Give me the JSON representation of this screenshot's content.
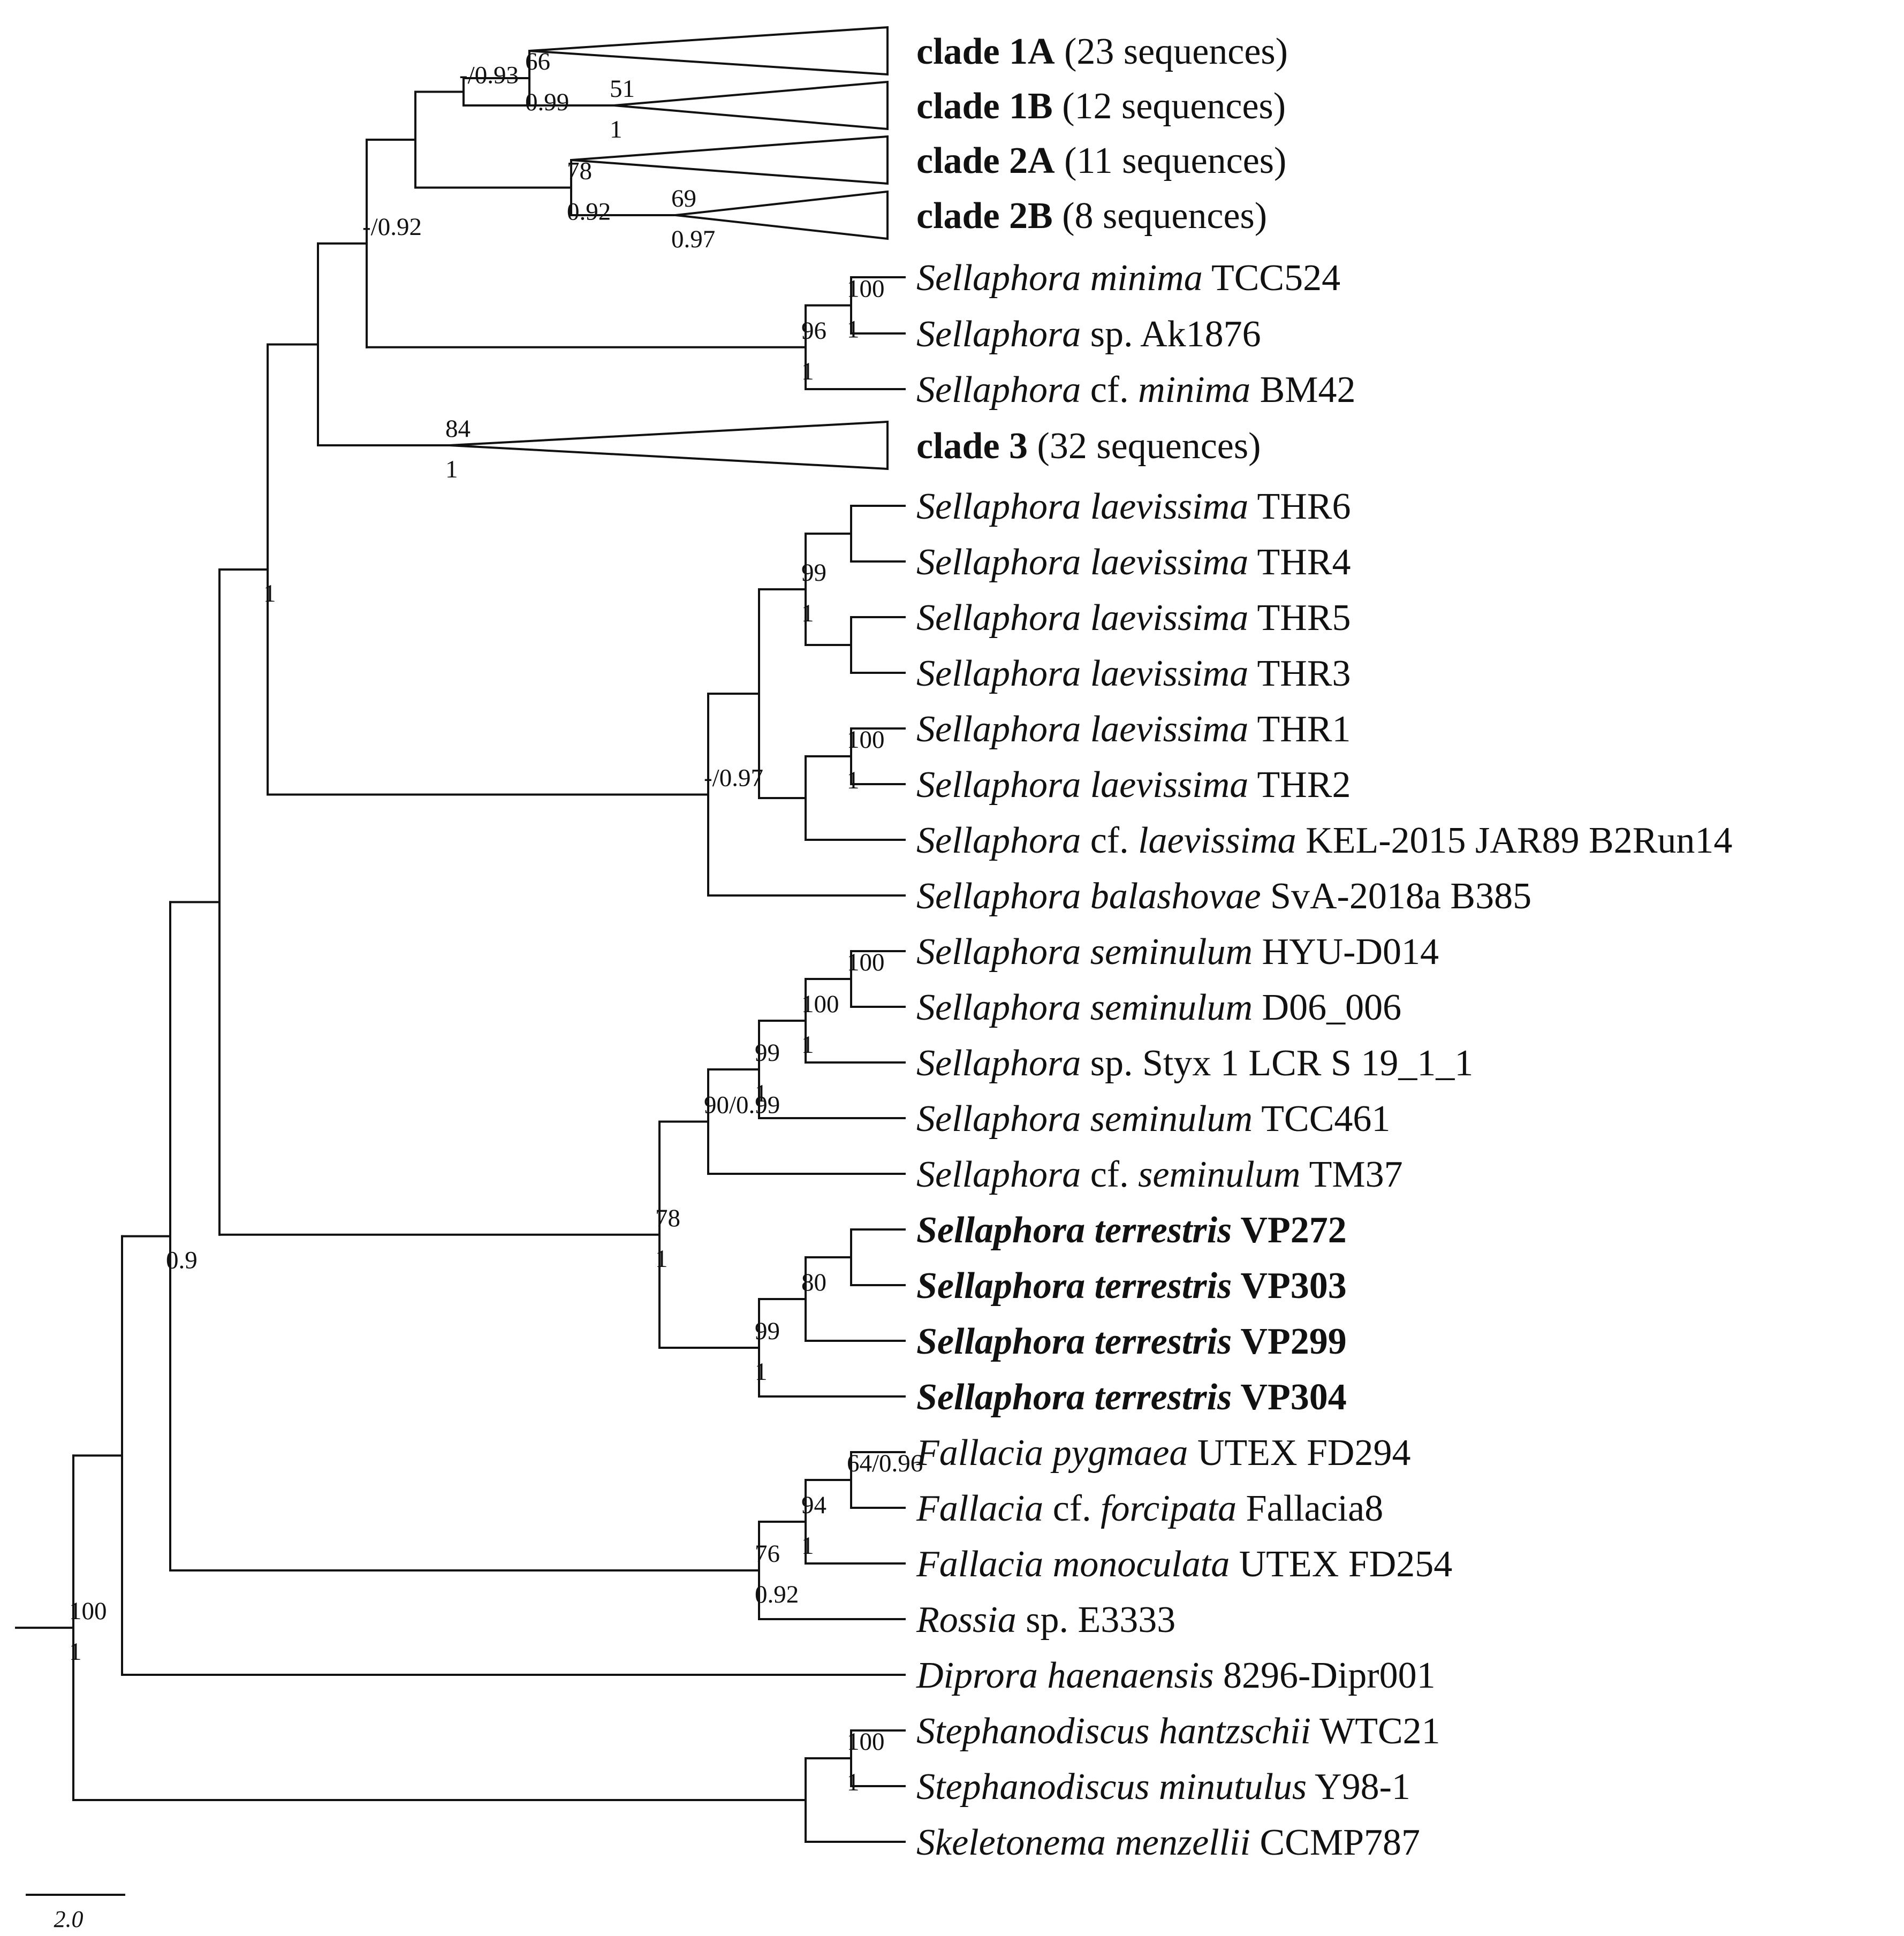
{
  "tree": {
    "tips": [
      {
        "id": "c1a",
        "parts": [
          {
            "t": "clade 1A",
            "b": true
          },
          {
            "t": " (23 sequences)"
          }
        ]
      },
      {
        "id": "c1b",
        "parts": [
          {
            "t": "clade 1B",
            "b": true
          },
          {
            "t": " (12 sequences)"
          }
        ]
      },
      {
        "id": "c2a",
        "parts": [
          {
            "t": "clade 2A",
            "b": true
          },
          {
            "t": " (11 sequences)"
          }
        ]
      },
      {
        "id": "c2b",
        "parts": [
          {
            "t": "clade 2B",
            "b": true
          },
          {
            "t": " (8 sequences)"
          }
        ]
      },
      {
        "id": "smin",
        "parts": [
          {
            "t": "Sellaphora minima",
            "i": true
          },
          {
            "t": " TCC524"
          }
        ]
      },
      {
        "id": "sak",
        "parts": [
          {
            "t": "Sellaphora",
            "i": true
          },
          {
            "t": " sp. Ak1876"
          }
        ]
      },
      {
        "id": "scfmin",
        "parts": [
          {
            "t": "Sellaphora",
            "i": true
          },
          {
            "t": " cf. "
          },
          {
            "t": "minima",
            "i": true
          },
          {
            "t": " BM42"
          }
        ]
      },
      {
        "id": "c3",
        "parts": [
          {
            "t": "clade 3",
            "b": true
          },
          {
            "t": " (32 sequences)"
          }
        ]
      },
      {
        "id": "thr6",
        "parts": [
          {
            "t": "Sellaphora laevissima",
            "i": true
          },
          {
            "t": " THR6"
          }
        ]
      },
      {
        "id": "thr4",
        "parts": [
          {
            "t": "Sellaphora laevissima",
            "i": true
          },
          {
            "t": " THR4"
          }
        ]
      },
      {
        "id": "thr5",
        "parts": [
          {
            "t": "Sellaphora laevissima",
            "i": true
          },
          {
            "t": " THR5"
          }
        ]
      },
      {
        "id": "thr3",
        "parts": [
          {
            "t": "Sellaphora laevissima",
            "i": true
          },
          {
            "t": " THR3"
          }
        ]
      },
      {
        "id": "thr1",
        "parts": [
          {
            "t": "Sellaphora laevissima",
            "i": true
          },
          {
            "t": " THR1"
          }
        ]
      },
      {
        "id": "thr2",
        "parts": [
          {
            "t": "Sellaphora laevissima",
            "i": true
          },
          {
            "t": " THR2"
          }
        ]
      },
      {
        "id": "slkel",
        "parts": [
          {
            "t": "Sellaphora",
            "i": true
          },
          {
            "t": " cf. "
          },
          {
            "t": "laevissima",
            "i": true
          },
          {
            "t": " KEL-2015 JAR89 B2Run14"
          }
        ]
      },
      {
        "id": "sbal",
        "parts": [
          {
            "t": "Sellaphora balashovae",
            "i": true
          },
          {
            "t": " SvA-2018a B385"
          }
        ]
      },
      {
        "id": "shyu",
        "parts": [
          {
            "t": "Sellaphora seminulum",
            "i": true
          },
          {
            "t": " HYU-D014"
          }
        ]
      },
      {
        "id": "sd06",
        "parts": [
          {
            "t": "Sellaphora seminulum",
            "i": true
          },
          {
            "t": " D06_006"
          }
        ]
      },
      {
        "id": "ssty",
        "parts": [
          {
            "t": "Sellaphora",
            "i": true
          },
          {
            "t": " sp. Styx 1 LCR S 19_1_1"
          }
        ]
      },
      {
        "id": "stcc",
        "parts": [
          {
            "t": "Sellaphora seminulum",
            "i": true
          },
          {
            "t": " TCC461"
          }
        ]
      },
      {
        "id": "stm",
        "parts": [
          {
            "t": "Sellaphora",
            "i": true
          },
          {
            "t": " cf. "
          },
          {
            "t": "seminulum",
            "i": true
          },
          {
            "t": " TM37"
          }
        ]
      },
      {
        "id": "vp272",
        "parts": [
          {
            "t": "Sellaphora terrestris",
            "i": true,
            "b": true
          },
          {
            "t": " VP272",
            "b": true
          }
        ]
      },
      {
        "id": "vp303",
        "parts": [
          {
            "t": "Sellaphora terrestris",
            "i": true,
            "b": true
          },
          {
            "t": " VP303",
            "b": true
          }
        ]
      },
      {
        "id": "vp299",
        "parts": [
          {
            "t": "Sellaphora terrestris",
            "i": true,
            "b": true
          },
          {
            "t": " VP299",
            "b": true
          }
        ]
      },
      {
        "id": "vp304",
        "parts": [
          {
            "t": "Sellaphora terrestris",
            "i": true,
            "b": true
          },
          {
            "t": " VP304",
            "b": true
          }
        ]
      },
      {
        "id": "fpyg",
        "parts": [
          {
            "t": "Fallacia pygmaea",
            "i": true
          },
          {
            "t": " UTEX FD294"
          }
        ]
      },
      {
        "id": "ffor",
        "parts": [
          {
            "t": "Fallacia",
            "i": true
          },
          {
            "t": " cf. "
          },
          {
            "t": "forcipata",
            "i": true
          },
          {
            "t": " Fallacia8"
          }
        ]
      },
      {
        "id": "fmon",
        "parts": [
          {
            "t": "Fallacia monoculata",
            "i": true
          },
          {
            "t": " UTEX FD254"
          }
        ]
      },
      {
        "id": "ross",
        "parts": [
          {
            "t": "Rossia",
            "i": true
          },
          {
            "t": " sp. E3333"
          }
        ]
      },
      {
        "id": "dipr",
        "parts": [
          {
            "t": "Diprora haenaensis",
            "i": true
          },
          {
            "t": " 8296-Dipr001"
          }
        ]
      },
      {
        "id": "sthan",
        "parts": [
          {
            "t": "Stephanodiscus hantzschii",
            "i": true
          },
          {
            "t": " WTC21"
          }
        ]
      },
      {
        "id": "stmin",
        "parts": [
          {
            "t": "Stephanodiscus minutulus",
            "i": true
          },
          {
            "t": " Y98-1"
          }
        ]
      },
      {
        "id": "skel",
        "parts": [
          {
            "t": "Skeletonema menzellii",
            "i": true
          },
          {
            "t": " CCMP787"
          }
        ]
      }
    ],
    "support": {
      "n1": {
        "above": "66",
        "below": "0.99"
      },
      "n2": {
        "above": "51",
        "below": "1"
      },
      "n3": {
        "above": "-/0.93",
        "below": ""
      },
      "n4": {
        "above": "78",
        "below": "0.92"
      },
      "n5": {
        "above": "69",
        "below": "0.97"
      },
      "n6": {
        "above": "100",
        "below": "1"
      },
      "n7": {
        "above": "96",
        "below": "1"
      },
      "n8": {
        "above": "",
        "below": ""
      },
      "n9": {
        "above": "-/0.92",
        "below": ""
      },
      "n10": {
        "above": "84",
        "below": "1"
      },
      "n11": {
        "above": "",
        "below": ""
      },
      "n12": {
        "above": "",
        "below": ""
      },
      "n13": {
        "above": "99",
        "below": "1"
      },
      "n14": {
        "above": "100",
        "below": "1"
      },
      "n15": {
        "above": "",
        "below": ""
      },
      "n16": {
        "above": "-/0.97",
        "below": ""
      },
      "n17": {
        "above": "",
        "below": ""
      },
      "n18": {
        "above": "",
        "below": ""
      },
      "n19": {
        "above": "100",
        "below": ""
      },
      "n20": {
        "above": "100",
        "below": "1"
      },
      "n21": {
        "above": "99",
        "below": "1"
      },
      "n22": {
        "above": "90/0.99",
        "below": ""
      },
      "n23": {
        "above": "",
        "below": ""
      },
      "n24": {
        "above": "80",
        "below": ""
      },
      "n25": {
        "above": "99",
        "below": "1"
      },
      "n26": {
        "above": "78",
        "below": "1"
      },
      "n27": {
        "above": "",
        "below": "1"
      },
      "n28": {
        "above": "64/0.96",
        "below": ""
      },
      "n29": {
        "above": "94",
        "below": "1"
      },
      "n30": {
        "above": "76",
        "below": "0.92"
      },
      "n31": {
        "above": "",
        "below": "0.9"
      },
      "n32": {
        "above": "100",
        "below": "1"
      },
      "n33": {
        "above": "100",
        "below": "1"
      },
      "n34": {
        "above": "100",
        "below": "1"
      }
    },
    "scale_bar": {
      "value": "2.0"
    }
  }
}
